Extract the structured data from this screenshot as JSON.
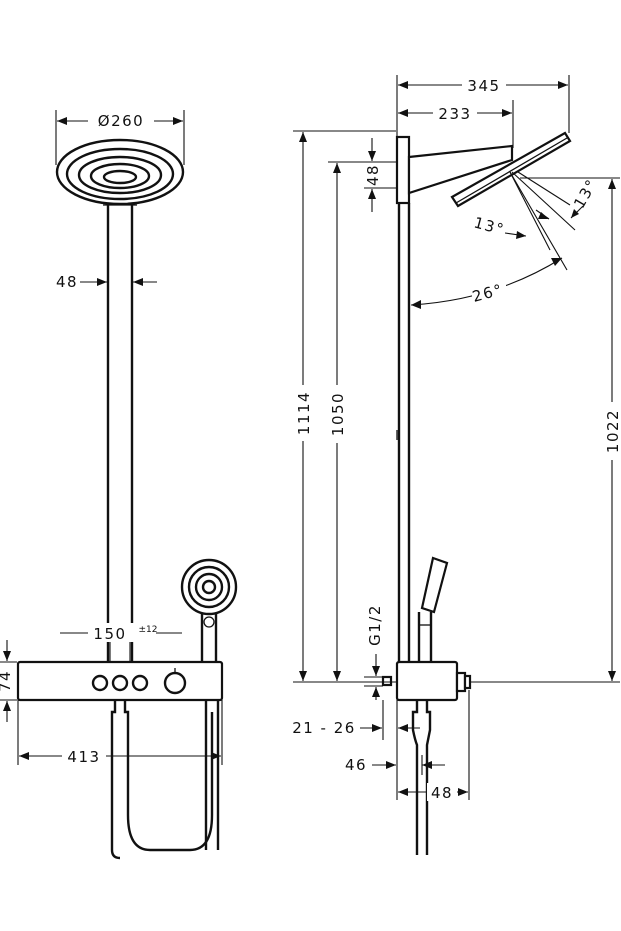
{
  "front_view": {
    "head_diameter": "Ø260",
    "pipe_width": "48",
    "spacing": "150",
    "spacing_tolerance": "±12",
    "thermostat_height": "74",
    "thermostat_width": "413"
  },
  "side_view": {
    "total_projection": "345",
    "arm_projection": "233",
    "total_height": "1114",
    "arm_height": "1050",
    "head_height": "1022",
    "arm_thickness": "48",
    "tilt_angle": "26°",
    "spray_angle_left": "13°",
    "spray_angle_right": "13°",
    "thread": "G1/2",
    "wall_distance": "21 - 26",
    "outlet_offset": "46",
    "body_depth": "48"
  }
}
